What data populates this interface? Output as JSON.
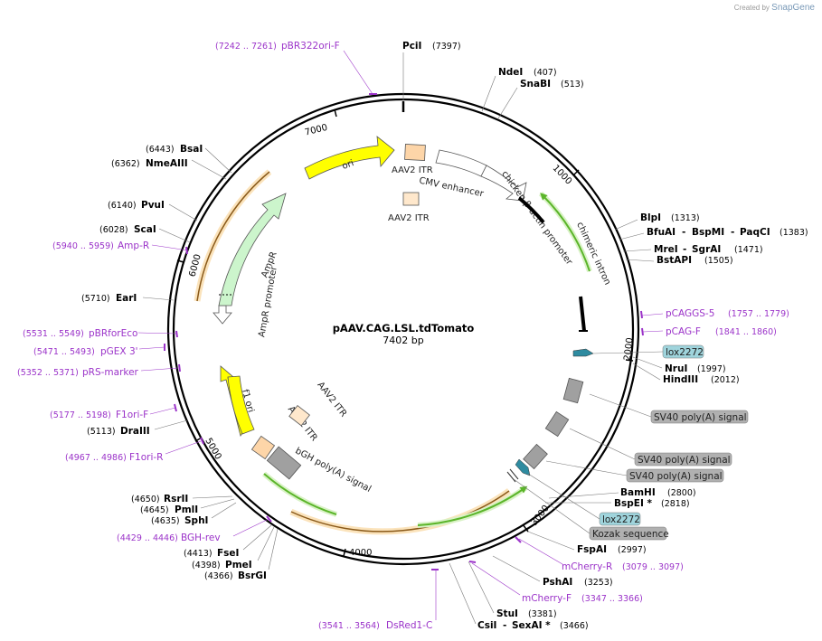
{
  "branding": {
    "prefix": "Created by",
    "name": "SnapGene"
  },
  "plasmid": {
    "name": "pAAV.CAG.LSL.tdTomato",
    "length": 7402,
    "length_label": "7402 bp"
  },
  "ticks": [
    {
      "pos": 1000,
      "label": "1000"
    },
    {
      "pos": 2000,
      "label": "2000"
    },
    {
      "pos": 3000,
      "label": "3000"
    },
    {
      "pos": 4000,
      "label": "4000"
    },
    {
      "pos": 5000,
      "label": "5000"
    },
    {
      "pos": 6000,
      "label": "6000"
    },
    {
      "pos": 7000,
      "label": "7000"
    }
  ],
  "features_text": [
    "ori",
    "AAV2 ITR",
    "CMV enhancer",
    "AAV2 ITR",
    "chicken β-actin promoter",
    "chimeric intron",
    "AmpR",
    "AmpR promoter",
    "f1 ori",
    "AAV2 ITR",
    "AAV2 ITR",
    "bGH poly(A) signal"
  ],
  "box_labels": [
    "lox2272",
    "SV40 poly(A) signal",
    "SV40 poly(A) signal",
    "SV40 poly(A) signal",
    "lox2272",
    "Kozak sequence"
  ],
  "enzymes": [
    {
      "parts": [
        "PciI"
      ],
      "pos": "(7397)"
    },
    {
      "parts": [
        "NdeI"
      ],
      "pos": "(407)"
    },
    {
      "parts": [
        "SnaBI"
      ],
      "pos": "(513)"
    },
    {
      "parts": [
        "BlpI"
      ],
      "pos": "(1313)"
    },
    {
      "parts": [
        "BfuAI",
        "BspMI",
        "PaqCI"
      ],
      "pos": "(1383)"
    },
    {
      "parts": [
        "MreI",
        "SgrAI"
      ],
      "pos": "(1471)"
    },
    {
      "parts": [
        "BstAPI"
      ],
      "pos": "(1505)"
    },
    {
      "parts": [
        "NruI"
      ],
      "pos": "(1997)"
    },
    {
      "parts": [
        "HindIII"
      ],
      "pos": "(2012)"
    },
    {
      "parts": [
        "BamHI"
      ],
      "pos": "(2800)"
    },
    {
      "parts": [
        "BspEI *"
      ],
      "pos": "(2818)"
    },
    {
      "parts": [
        "FspAI"
      ],
      "pos": "(2997)"
    },
    {
      "parts": [
        "PshAI"
      ],
      "pos": "(3253)"
    },
    {
      "parts": [
        "StuI"
      ],
      "pos": "(3381)"
    },
    {
      "parts": [
        "CsiI",
        "SexAI *"
      ],
      "pos": "(3466)"
    },
    {
      "parts": [
        "BsrGI"
      ],
      "pos": "(4366)"
    },
    {
      "parts": [
        "PmeI"
      ],
      "pos": "(4398)"
    },
    {
      "parts": [
        "FseI"
      ],
      "pos": "(4413)"
    },
    {
      "parts": [
        "SphI"
      ],
      "pos": "(4635)"
    },
    {
      "parts": [
        "PmlI"
      ],
      "pos": "(4645)"
    },
    {
      "parts": [
        "RsrII"
      ],
      "pos": "(4650)"
    },
    {
      "parts": [
        "DraIII"
      ],
      "pos": "(5113)"
    },
    {
      "parts": [
        "EarI"
      ],
      "pos": "(5710)"
    },
    {
      "parts": [
        "ScaI"
      ],
      "pos": "(6028)"
    },
    {
      "parts": [
        "PvuI"
      ],
      "pos": "(6140)"
    },
    {
      "parts": [
        "NmeAIII"
      ],
      "pos": "(6362)"
    },
    {
      "parts": [
        "BsaI"
      ],
      "pos": "(6443)"
    }
  ],
  "primers": [
    {
      "name": "pBR322ori-F",
      "range": "(7242 .. 7261)"
    },
    {
      "name": "pCAGGS-5",
      "range": "(1757 .. 1779)"
    },
    {
      "name": "pCAG-F",
      "range": "(1841 .. 1860)"
    },
    {
      "name": "mCherry-R",
      "range": "(3079 .. 3097)"
    },
    {
      "name": "mCherry-F",
      "range": "(3347 .. 3366)"
    },
    {
      "name": "DsRed1-C",
      "range": "(3541 .. 3564)"
    },
    {
      "name": "BGH-rev",
      "range": "(4429 .. 4446)"
    },
    {
      "name": "F1ori-R",
      "range": "(4967 .. 4986)"
    },
    {
      "name": "F1ori-F",
      "range": "(5177 .. 5198)"
    },
    {
      "name": "pRS-marker",
      "range": "(5352 .. 5371)"
    },
    {
      "name": "pGEX 3'",
      "range": "(5471 .. 5493)"
    },
    {
      "name": "pBRforEco",
      "range": "(5531 .. 5549)"
    },
    {
      "name": "Amp-R",
      "range": "(5940 .. 5959)"
    }
  ],
  "colors": {
    "backbone": "#000000",
    "ori": "#ffff00",
    "f1ori": "#ffff00",
    "ampr": "#ccf5cc",
    "itr": "#fdd5a8",
    "itr_light": "#ffe8cc",
    "polyA": "#a0a0a0",
    "lox": "#2e8ba0",
    "primer": "#9b33c9",
    "cds_orange": "#e09530",
    "cds_green": "#5bb52a",
    "box_fill": "#b0b0b0",
    "box_fill_blue": "#9fd4dc"
  }
}
